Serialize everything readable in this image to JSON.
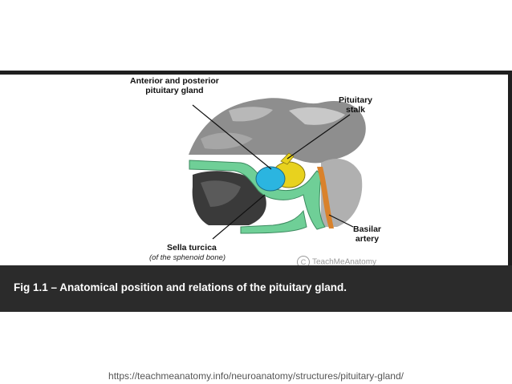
{
  "figure": {
    "labels": {
      "gland_line1": "Anterior and posterior",
      "gland_line2": "pituitary gland",
      "stalk_line1": "Pituitary",
      "stalk_line2": "stalk",
      "basilar_line1": "Basilar",
      "basilar_line2": "artery",
      "sella_line1": "Sella turcica",
      "sella_line2": "(of the sphenoid bone)"
    },
    "watermark": "TeachMeAnatomy",
    "watermark_symbol": "C",
    "colors": {
      "bone": "#6fcf97",
      "anterior": "#2bb5e0",
      "posterior": "#e8d21e",
      "artery": "#d9822b",
      "brain": "#9a9a9a"
    }
  },
  "caption": "Fig 1.1 – Anatomical position and relations of the pituitary gland.",
  "source_url": "https://teachmeanatomy.info/neuroanatomy/structures/pituitary-gland/"
}
